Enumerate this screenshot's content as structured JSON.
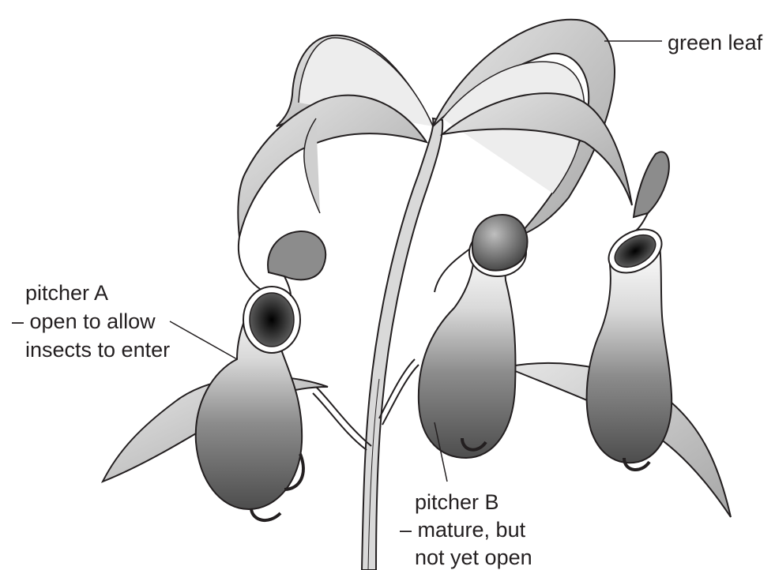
{
  "labels": {
    "green_leaf": "green leaf",
    "pitcher_a": {
      "title": "pitcher A",
      "line1": "– open to allow",
      "line2": "insects to enter"
    },
    "pitcher_b": {
      "title": "pitcher B",
      "line1": "– mature, but",
      "line2": "not yet open"
    }
  }
}
